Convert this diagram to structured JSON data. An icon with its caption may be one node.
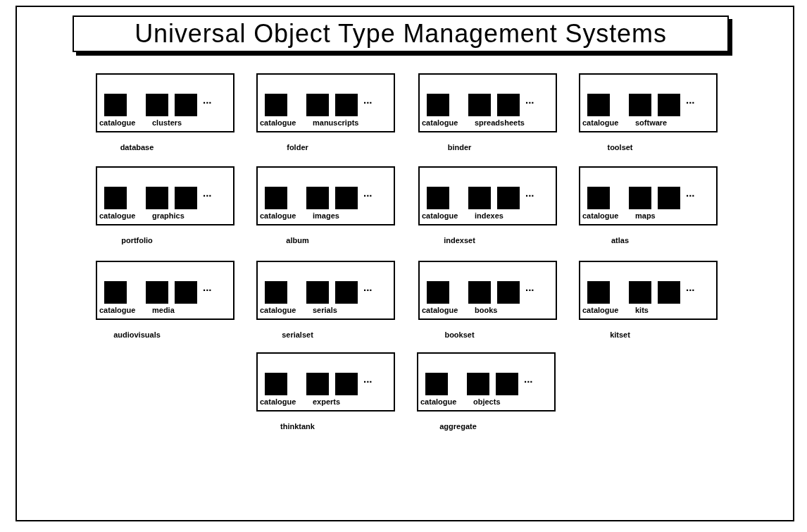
{
  "diagram": {
    "title": "Universal Object Type Management Systems",
    "nodes": [
      {
        "text": [
          "...",
          "catalogue",
          "clusters"
        ],
        "beside": [
          "database"
        ]
      },
      {
        "text": [
          "...",
          "catalogue",
          "manuscripts"
        ],
        "beside": [
          "folder"
        ]
      },
      {
        "text": [
          "...",
          "catalogue",
          "spreadsheets"
        ],
        "beside": [
          "binder"
        ]
      },
      {
        "text": [
          "...",
          "catalogue",
          "software"
        ],
        "beside": [
          "toolset"
        ]
      },
      {
        "text": [
          "...",
          "catalogue",
          "graphics"
        ],
        "beside": [
          "portfolio"
        ]
      },
      {
        "text": [
          "...",
          "catalogue",
          "images"
        ],
        "beside": [
          "album"
        ]
      },
      {
        "text": [
          "...",
          "catalogue",
          "indexes"
        ],
        "beside": [
          "indexset"
        ]
      },
      {
        "text": [
          "...",
          "catalogue",
          "maps"
        ],
        "beside": [
          "atlas"
        ]
      },
      {
        "text": [
          "...",
          "catalogue",
          "media"
        ],
        "beside": [
          "audiovisuals"
        ]
      },
      {
        "text": [
          "...",
          "catalogue",
          "serials"
        ],
        "beside": [
          "serialset"
        ]
      },
      {
        "text": [
          "...",
          "catalogue",
          "books"
        ],
        "beside": [
          "bookset"
        ]
      },
      {
        "text": [
          "...",
          "catalogue",
          "kits"
        ],
        "beside": [
          "kitset"
        ]
      },
      {
        "text": [
          "...",
          "catalogue",
          "experts"
        ],
        "beside": [
          "thinktank"
        ]
      },
      {
        "text": [
          "...",
          "catalogue",
          "objects"
        ],
        "beside": [
          "aggregate"
        ]
      }
    ]
  }
}
